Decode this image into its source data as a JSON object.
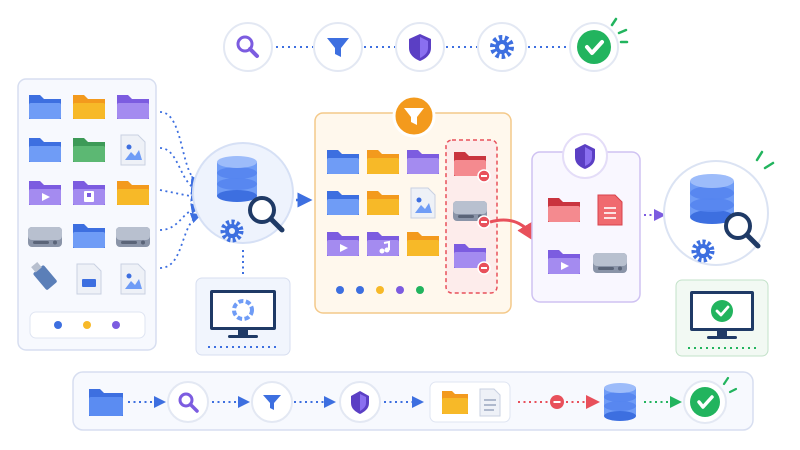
{
  "colors": {
    "blue": "#3d6fe0",
    "blue_light": "#6f9cf6",
    "yellow": "#f7b928",
    "yellow_light": "#ffd66b",
    "purple": "#7c5ce0",
    "purple_light": "#a48bf0",
    "green": "#22b45e",
    "red": "#e8505b",
    "red_light": "#f48a8f",
    "orange": "#f39a1d",
    "navy": "#1f3a66",
    "teal_green": "#5cb873",
    "panel_border": "#d7def0",
    "panel_bg": "#f7f9fe",
    "orange_panel_bg": "#fff8ed",
    "orange_panel_border": "#f4c98a",
    "purple_panel_bg": "#f9f7ff",
    "purple_panel_border": "#cfc2f2",
    "green_panel_bg": "#f2f9f3",
    "green_panel_border": "#c3e2c9"
  },
  "top_flow": {
    "icons": [
      "search-icon",
      "filter-icon",
      "shield-icon",
      "gear-icon",
      "check-icon"
    ]
  },
  "source_panel": {
    "items": [
      "folder-blue",
      "folder-yellow",
      "folder-purple",
      "folder-blue",
      "folder-green",
      "image-file",
      "video-folder",
      "pinned-folder",
      "folder-yellow",
      "hard-drive",
      "folder-blue",
      "hard-drive",
      "usb-drive",
      "document-file",
      "image-file"
    ],
    "dots": [
      "blue",
      "yellow",
      "purple"
    ]
  },
  "scan_node": {
    "icons": [
      "database-icon",
      "magnifier-icon",
      "gear-icon"
    ],
    "monitor_state": "loading"
  },
  "filter_panel": {
    "icon": "filter-icon",
    "kept_items": [
      "folder-blue",
      "folder-yellow",
      "folder-purple",
      "folder-blue",
      "folder-yellow",
      "image-file",
      "video-folder",
      "music-folder",
      "folder-yellow"
    ],
    "rejected_items": [
      "folder-red",
      "hard-drive",
      "folder-purple"
    ],
    "dots": [
      "blue",
      "blue",
      "yellow",
      "purple",
      "green"
    ]
  },
  "secure_panel": {
    "icon": "shield-icon",
    "items": [
      "folder-red",
      "document-red",
      "video-folder",
      "hard-drive"
    ]
  },
  "result_node": {
    "icons": [
      "database-icon",
      "magnifier-icon",
      "gear-icon"
    ],
    "monitor_state": "check"
  },
  "bottom_flow": {
    "icons": [
      "folder-icon",
      "search-icon",
      "filter-icon",
      "shield-icon",
      "folder-doc-icon",
      "remove-icon",
      "database-icon",
      "check-icon"
    ]
  }
}
